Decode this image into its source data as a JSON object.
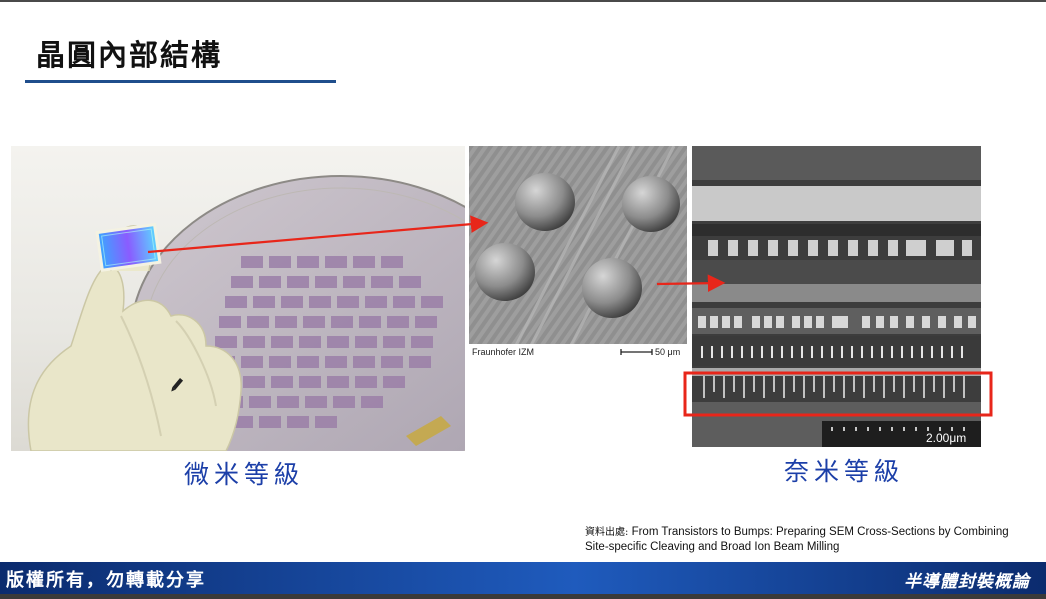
{
  "slide": {
    "title": "晶圓內部結構",
    "captions": {
      "micro": "微米等級",
      "nano": "奈米等級"
    },
    "images": {
      "wafer_photo": {
        "icon": "wafer-in-gloved-hand"
      },
      "sem_bumps": {
        "credit": "Fraunhofer IZM",
        "scale": "50 μm"
      },
      "sem_cross_section": {
        "scale": "2.00μm"
      }
    },
    "source": {
      "label": "資料出處:",
      "text_line1": "From Transistors to Bumps: Preparing SEM Cross-Sections by Combining",
      "text_line2": "Site-specific Cleaving and Broad Ion Beam Milling"
    },
    "colors": {
      "title_underline": "#1f4e8c",
      "caption_text": "#1c3fa8",
      "arrow": "#e8261a",
      "highlight_box": "#e8261a",
      "footer": "#1a4ea6"
    }
  },
  "footer": {
    "copyright": "版權所有，勿轉載分享",
    "course": "半導體封裝概論"
  }
}
